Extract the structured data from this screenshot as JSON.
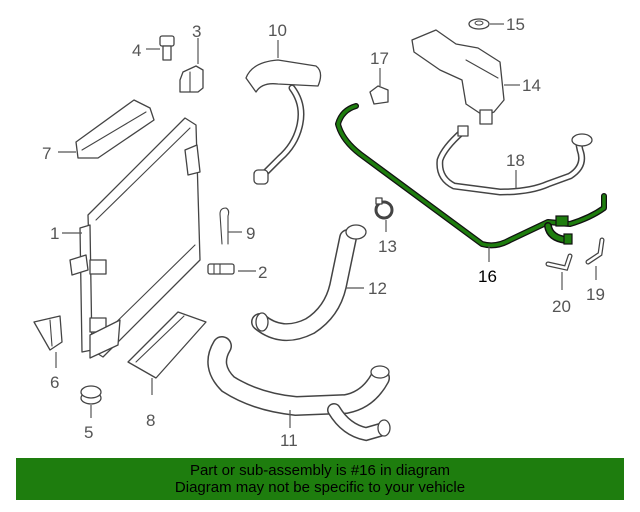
{
  "callouts": {
    "c1": "1",
    "c2": "2",
    "c3": "3",
    "c4": "4",
    "c5": "5",
    "c6": "6",
    "c7": "7",
    "c8": "8",
    "c9": "9",
    "c10": "10",
    "c11": "11",
    "c12": "12",
    "c13": "13",
    "c14": "14",
    "c15": "15",
    "c16": "16",
    "c17": "17",
    "c18": "18",
    "c19": "19",
    "c20": "20"
  },
  "highlight": {
    "part_number": "16",
    "color": "#1e7d0e"
  },
  "banner": {
    "line1": "Part or sub-assembly is #16 in diagram",
    "line2": "Diagram may not be specific to your vehicle",
    "background": "#1e7d0e"
  }
}
